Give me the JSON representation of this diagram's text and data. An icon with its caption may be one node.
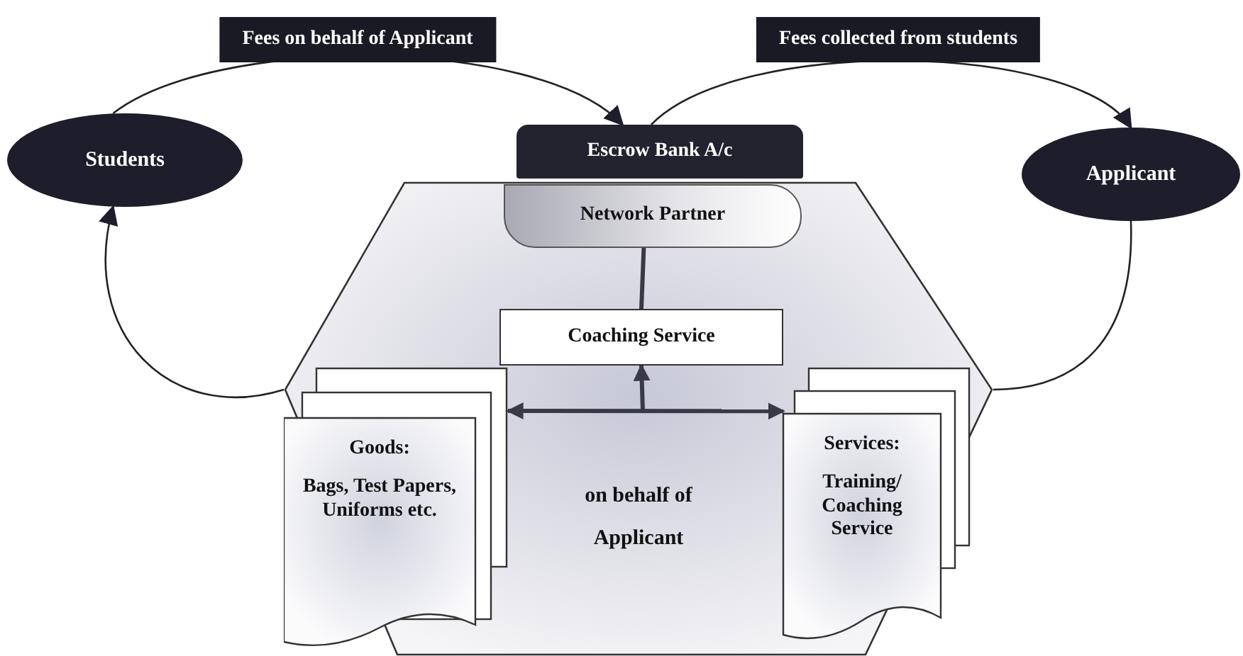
{
  "diagram": {
    "nodes": [
      {
        "text": [
          "Students"
        ]
      },
      {
        "text": [
          "Escrow Bank A/c"
        ]
      },
      {
        "text": [
          "Applicant"
        ]
      },
      {
        "text": [],
        "shape": "hexagon"
      },
      {
        "text": [
          "Network Partner"
        ],
        "in": 3
      },
      {
        "text": [
          "Coaching Service"
        ],
        "in": 3
      },
      {
        "text": [
          "Goods:",
          "Bags, Test Papers, Uniforms etc."
        ],
        "in": 3
      },
      {
        "text": [
          "Services:",
          "Training/ Coaching Service"
        ],
        "in": 3
      }
    ],
    "edges": [
      {
        "from": 0,
        "to": 1,
        "arrow": "to",
        "label": "Fees on behalf of Applicant"
      },
      {
        "from": 1,
        "to": 2,
        "arrow": "to",
        "label": "Fees collected from students"
      },
      {
        "from": 3,
        "to": 0,
        "arrow": "to"
      },
      {
        "from": 2,
        "to": 3,
        "arrow": "none"
      },
      {
        "from": 4,
        "to": 5,
        "arrow": "none",
        "style": "thick"
      },
      {
        "from": 6,
        "to": 7,
        "arrow": "both",
        "style": "thick"
      },
      {
        "from": null,
        "to": 5,
        "arrow": "to",
        "style": "thick"
      }
    ],
    "labels": [
      "on behalf of Applicant"
    ]
  }
}
